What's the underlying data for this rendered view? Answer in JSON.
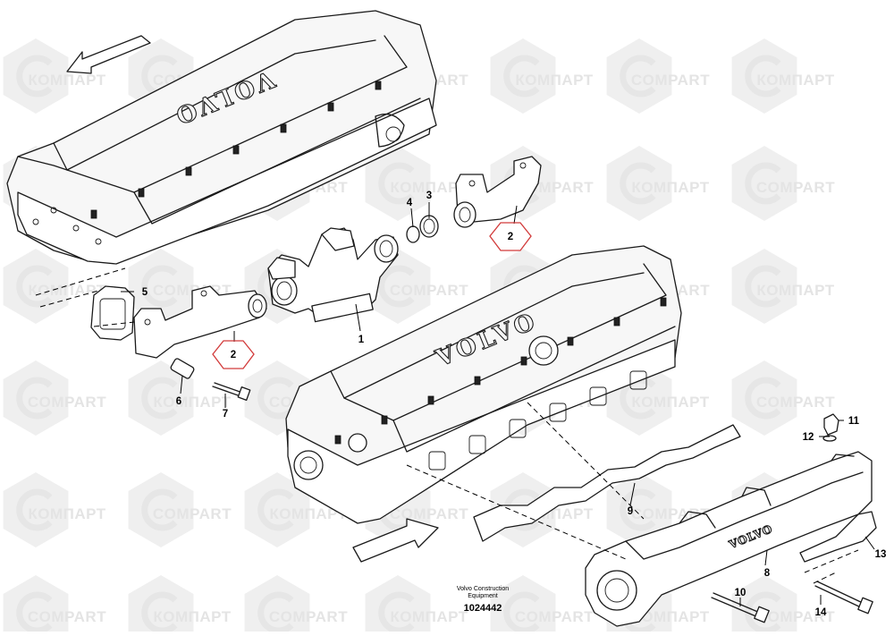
{
  "watermark": {
    "latin": "COMPART",
    "cyrillic": "КОМПАРТ"
  },
  "part_labels": [
    "1",
    "2",
    "3",
    "4",
    "5",
    "6",
    "7",
    "8",
    "9",
    "10",
    "11",
    "12",
    "13",
    "14"
  ],
  "reference_hex_label": "2",
  "housing_logo": "VOLVO",
  "caption": {
    "line1": "Volvo Construction",
    "line2": "Equipment",
    "doc_number": "1024442"
  }
}
